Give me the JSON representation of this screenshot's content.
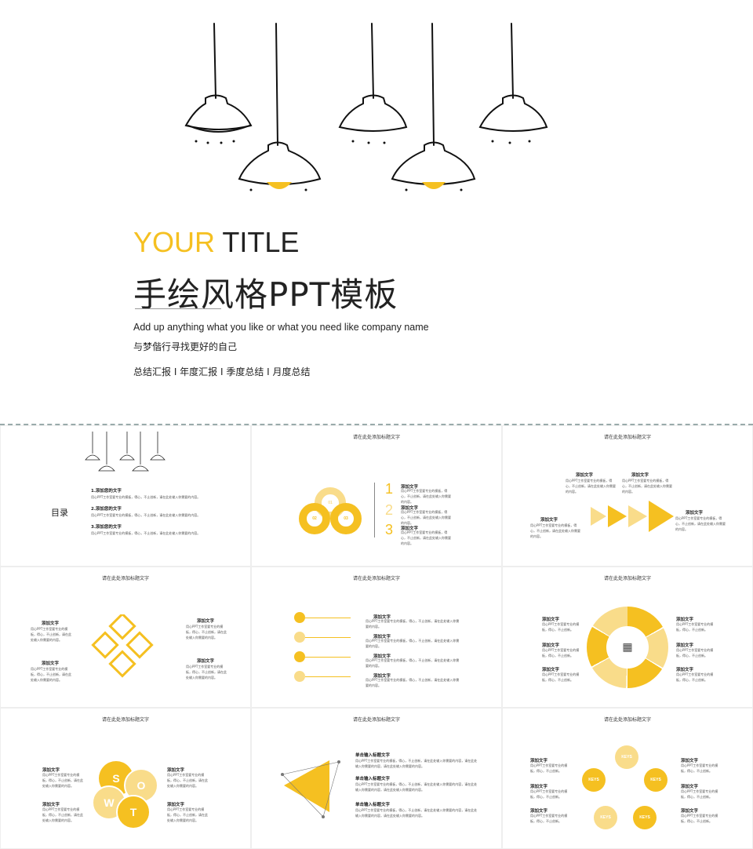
{
  "colors": {
    "accent": "#f5c021",
    "accent_light": "#f9dc8a",
    "text": "#222222"
  },
  "hero": {
    "title_yellow": "YOUR",
    "title_black": " TITLE",
    "title_cn": "手绘风格PPT模板",
    "subtitle": "Add up anything what you like or what you need like company name",
    "slogan": "与梦偕行寻找更好的自己",
    "tags": "总结汇报 I 年度汇报 I 季度总结 I 月度总结"
  },
  "common": {
    "slide_title": "请在此处添加标题文字",
    "body": "用心PPT工作室要专业的模板，得心，不止创新，请在此处输入你需要的内容。",
    "body_short": "用心PPT工作室要专业的模板，得心，不止创新。",
    "body_long": "用心PPT工作室要专业的模板，得心，不止创新，请在此处输入你需要的内容，请在此处输入你需要的内容，请在此处输入你需要的内容。",
    "item": "添加文字",
    "item_bold": "单击输入标题文字"
  },
  "toc": {
    "title": "目录",
    "items": [
      "1.添加您的文字",
      "2.添加您的文字",
      "3.添加您的文字"
    ]
  },
  "rings": {
    "labels": [
      "01",
      "02",
      "03"
    ],
    "numbers": [
      "1",
      "2",
      "3"
    ]
  },
  "swot": {
    "letters": [
      "S",
      "O",
      "W",
      "T"
    ]
  },
  "keys": {
    "label": "KEYS"
  }
}
